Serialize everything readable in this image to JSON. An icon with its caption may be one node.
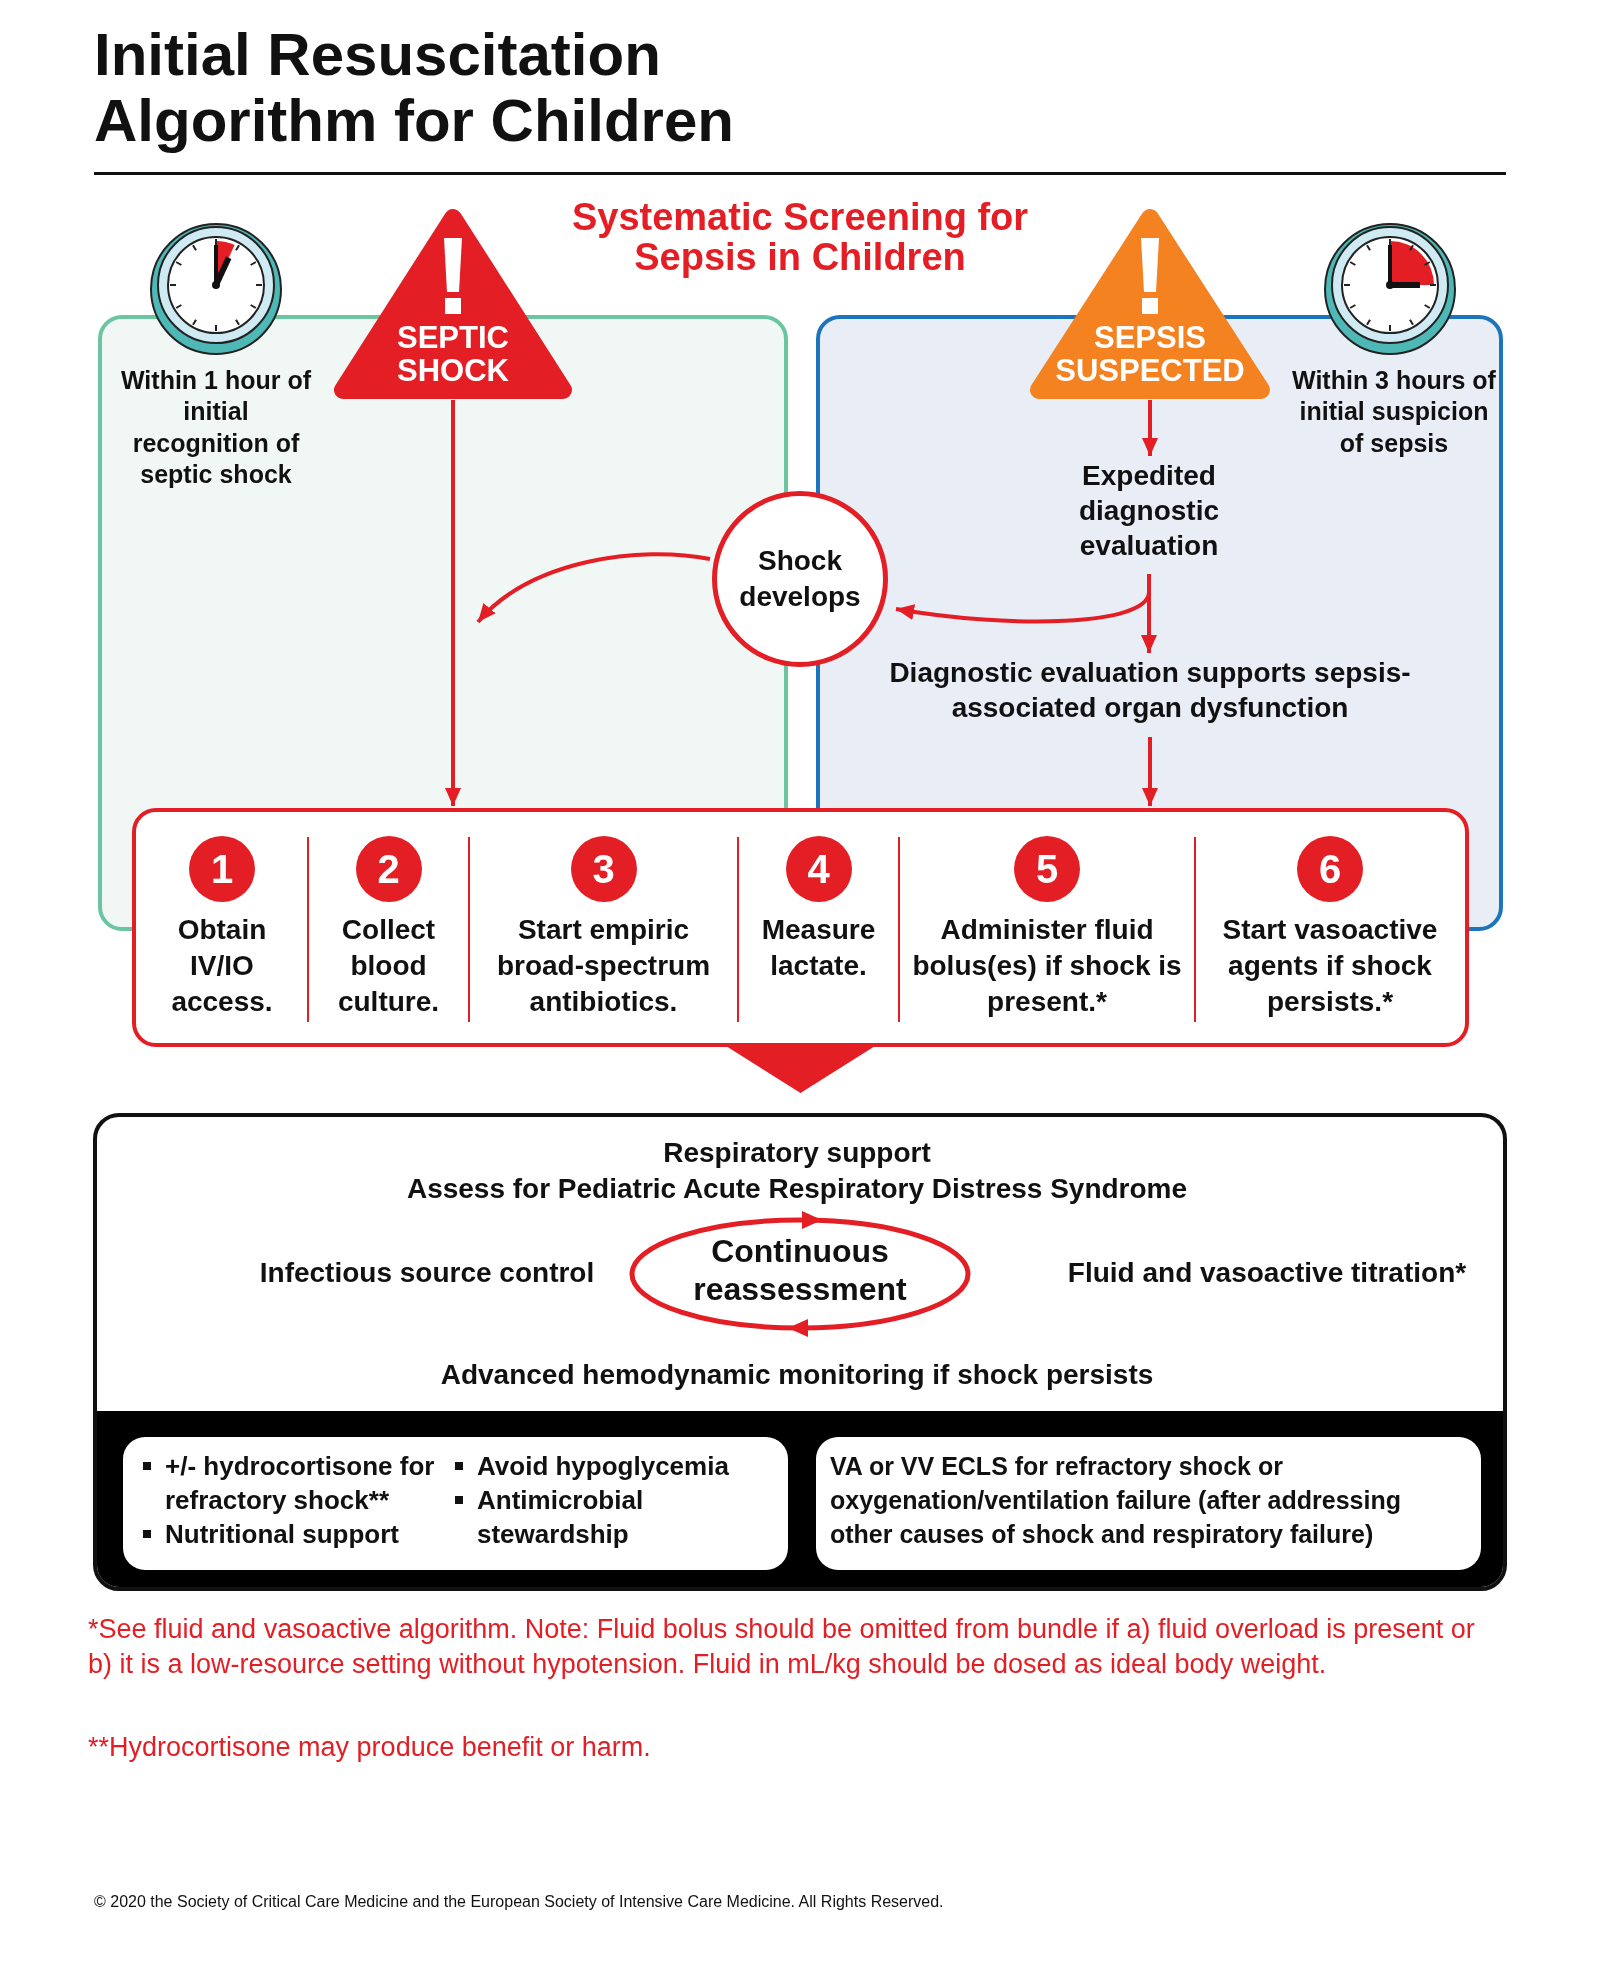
{
  "diagram": {
    "title": "Initial Resuscitation Algorithm for Children",
    "nodes": [
      {
        "text": [
          "SEPTIC SHOCK"
        ]
      },
      {
        "text": [
          "SEPSIS SUSPECTED"
        ]
      },
      {
        "text": [
          "Expedited diagnostic evaluation"
        ]
      },
      {
        "text": [
          "Diagnostic evaluation supports sepsis-associated organ dysfunction"
        ]
      },
      {
        "text": [
          "Shock develops"
        ]
      },
      {
        "text": [],
        "shape": "box"
      },
      {
        "text": [
          "1",
          "Obtain IV/IO access."
        ],
        "in": 5
      },
      {
        "text": [
          "2",
          "Collect blood culture."
        ],
        "in": 5
      },
      {
        "text": [
          "3",
          "Start empiric broad-spectrum antibiotics."
        ],
        "in": 5
      },
      {
        "text": [
          "4",
          "Measure lactate."
        ],
        "in": 5
      },
      {
        "text": [
          "5",
          "Administer fluid bolus(es) if shock is present.*"
        ],
        "in": 5
      },
      {
        "text": [
          "6",
          "Start vasoactive agents if shock persists.*"
        ],
        "in": 5
      },
      {
        "text": [
          "Respiratory support",
          "Assess for Pediatric Acute Respiratory Distress Syndrome",
          "Infectious source control",
          "Fluid and vasoactive titration*",
          "Advanced hemodynamic monitoring if shock persists"
        ]
      },
      {
        "text": [
          "Continuous reassessment"
        ],
        "in": 12
      },
      {
        "text": [
          "+/- hydrocortisone for refractory shock**",
          "Nutritional support",
          "Avoid hypoglycemia",
          "Antimicrobial stewardship"
        ],
        "in": 12
      },
      {
        "text": [
          "VA or VV ECLS for refractory shock or oxygenation/ventilation failure (after addressing other causes of shock and respiratory failure)"
        ],
        "in": 12
      }
    ],
    "edges": [
      {
        "from": 0,
        "to": 5,
        "arrow": "to"
      },
      {
        "from": 1,
        "to": 2,
        "arrow": "to"
      },
      {
        "from": 2,
        "to": 3,
        "arrow": "to"
      },
      {
        "from": 3,
        "to": 5,
        "arrow": "to"
      },
      {
        "from": 2,
        "to": 4,
        "arrow": "to"
      },
      {
        "from": 4,
        "to": null,
        "arrow": "to"
      },
      {
        "from": 5,
        "to": 12,
        "arrow": "to"
      }
    ],
    "labels": [
      "Systematic Screening for Sepsis in Children",
      "Within 1 hour of initial recognition of septic shock",
      "Within 3 hours of initial suspicion of sepsis",
      "*See fluid and vasoactive algorithm. Note: Fluid bolus should be omitted from bundle if a) fluid overload is present or b) it is a low-resource setting without hypotension. Fluid in mL/kg should be dosed as ideal body weight.",
      "**Hydrocortisone may produce benefit or harm.",
      "© 2020 the Society of Critical Care Medicine and the European Society of Intensive Care Medicine. All Rights Reserved."
    ]
  }
}
